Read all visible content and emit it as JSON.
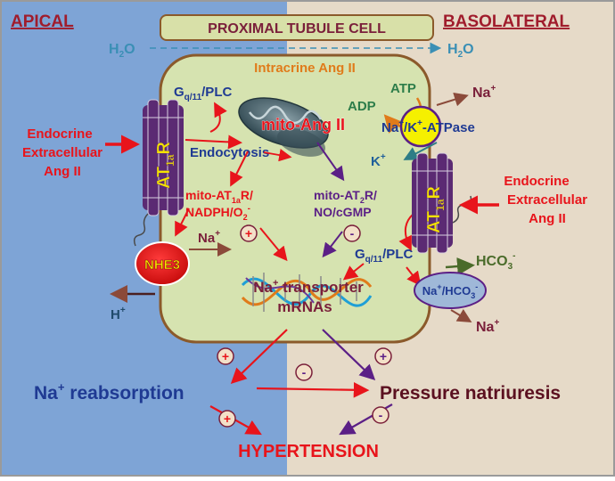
{
  "header": {
    "apical": "APICAL",
    "basolateral": "BASOLATERAL",
    "cell_title": "PROXIMAL TUBULE CELL"
  },
  "water": {
    "left": "H",
    "right": "H",
    "sub": "2",
    "tail": "O"
  },
  "cell": {
    "intracrine": "Intracrine Ang II",
    "mito_label": "mito-Ang II",
    "endocytosis": "Endocytosis",
    "mito_at1": {
      "l1": "mito-AT",
      "s1": "1a",
      "l1b": "R/",
      "l2": "NADPH/O",
      "s2": "2",
      "sup2": "-"
    },
    "mito_at2": {
      "l1": "mito-AT",
      "s1": "2",
      "l1b": "R/",
      "l2": "NO/cGMP"
    },
    "gq_left": {
      "g": "G",
      "sub": "q/11",
      "rest": "/PLC"
    },
    "gq_right": {
      "g": "G",
      "sub": "q/11",
      "rest": "/PLC"
    },
    "transporter": {
      "l1a": "Na",
      "sup": "+",
      "l1b": " transporter",
      "l2": "mRNAs"
    },
    "atp": "ATP",
    "adp": "ADP",
    "pump": {
      "a": "Na",
      "sup1": "+",
      "b": "/K",
      "sup2": "+",
      "c": "-ATPase"
    },
    "k_ion": {
      "a": "K",
      "sup": "+"
    },
    "na_in": {
      "a": "Na",
      "sup": "+"
    },
    "plus": "+",
    "minus": "-"
  },
  "receptors": {
    "left": {
      "a": "AT",
      "sub": "1a",
      "b": "R"
    },
    "right": {
      "a": "AT",
      "sub": "1a",
      "b": "R"
    }
  },
  "apical_side": {
    "endocrine": [
      "Endocrine",
      "Extracellular",
      "Ang II"
    ],
    "nhe3": "NHE3",
    "h_ion": {
      "a": "H",
      "sup": "+"
    }
  },
  "basolateral_side": {
    "endocrine": [
      "Endocrine",
      "Extracellular",
      "Ang II"
    ],
    "na_out_top": {
      "a": "Na",
      "sup": "+"
    },
    "hco3": {
      "a": "HCO",
      "sub": "3",
      "sup": "-"
    },
    "cotransporter": {
      "a": "Na",
      "sup1": "+",
      "b": "/HCO",
      "sub": "3",
      "sup2": "-"
    },
    "na_out_bottom": {
      "a": "Na",
      "sup": "+"
    }
  },
  "outcomes": {
    "reabsorption": {
      "a": "Na",
      "sup": "+",
      "b": " reabsorption"
    },
    "natriuresis": "Pressure natriuresis",
    "hypertension": "HYPERTENSION"
  },
  "colors": {
    "apical_bg": "#7ea4d6",
    "basolateral_bg": "#e6dac8",
    "cell_fill": "#d6e3b0",
    "cell_border": "#8b5a2b",
    "red": "#e8141b",
    "purple": "#5b1f86",
    "maroon": "#7a1f3a",
    "navy": "#1f3a93",
    "teal": "#2d7d86",
    "orange": "#e07b1a",
    "receptor": "#5b2a73",
    "receptor_text": "#f5e400"
  }
}
